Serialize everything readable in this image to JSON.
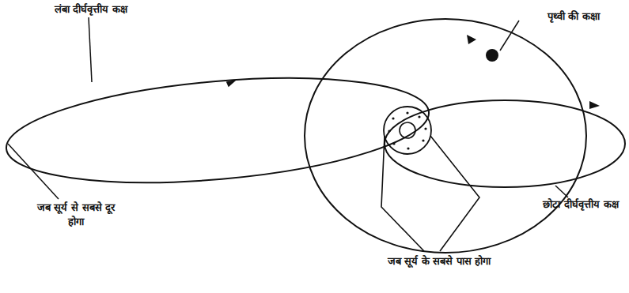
{
  "diagram": {
    "labels": [
      "लंबा दीर्घवृत्तीय कक्ष",
      "पृथ्वी की कक्षा",
      "जब सूर्य से सबसे दूर होगा",
      "छोटा दीर्घवृत्तीय कक्ष",
      "जब सूर्य के सबसे पास होगा"
    ]
  }
}
